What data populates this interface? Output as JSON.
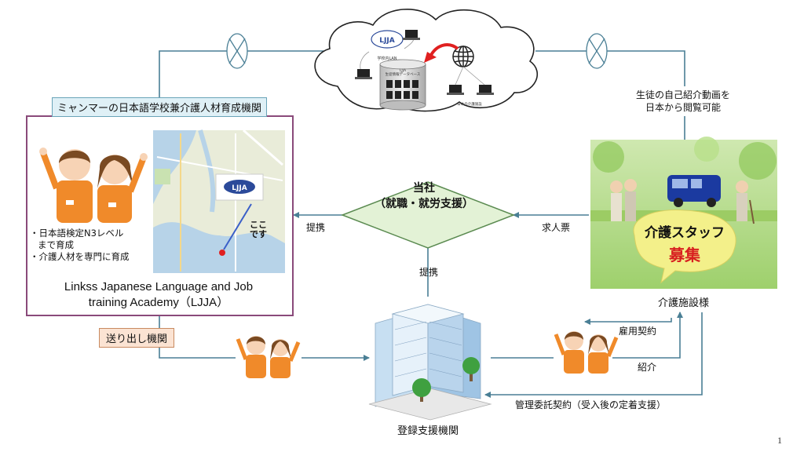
{
  "labels": {
    "academy_header": "ミャンマーの日本語学校兼介護人材育成機関",
    "academy_name_line1": "Linkss Japanese Language and Job",
    "academy_name_line2": "training Academy（LJJA）",
    "bullet1_line1": "・日本語検定N3レベル",
    "bullet1_line2": "まで育成",
    "bullet2": "・介護人材を専門に育成",
    "map_logo": "LJJA",
    "map_here": "ここです",
    "sending_org": "送り出し機関",
    "company_line1": "当社",
    "company_line2": "（就職・就労支援）",
    "offer_left": "提携",
    "offer_down": "提携",
    "job_posting": "求人票",
    "video_note_line1": "生徒の自己紹介動画を",
    "video_note_line2": "日本から閲覧可能",
    "facility": "介護施設様",
    "care_sign_line1": "介護スタッフ",
    "care_sign_line2": "募集",
    "registered_support": "登録支援機関",
    "employment_contract": "雇用契約",
    "introduction": "紹介",
    "management_contract": "管理委託契約（受入後の定着支援）",
    "cloud_logo": "LJJA",
    "cloud_lan": "学校内LAN",
    "cloud_db_line1": "LJJA",
    "cloud_db_line2": "生徒情報データベース",
    "cloud_client": "日本の介護施設",
    "page_number": "1"
  },
  "colors": {
    "line": "#4a7f95",
    "diamond_fill": "#e3f2d6",
    "diamond_stroke": "#5a8a50",
    "academy_border": "#8a4a7a",
    "staff_orange": "#f08a2a",
    "building_blue": "#9fc4e4"
  },
  "icons": [
    "globe-icon",
    "laptop-icon",
    "database-icon",
    "network-switch-icon",
    "map-pin-icon",
    "person-icon",
    "building-icon",
    "tree-icon",
    "cloud-icon"
  ]
}
